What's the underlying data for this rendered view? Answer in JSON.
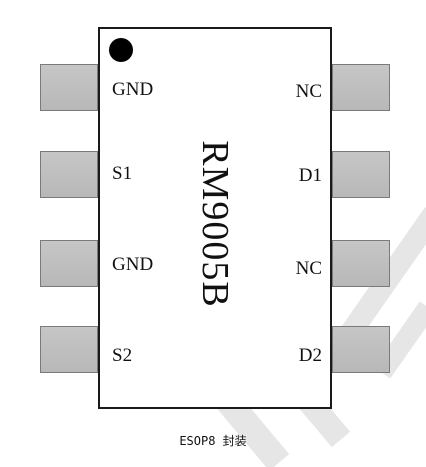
{
  "chip": {
    "part_number": "RM9005B",
    "pins_left": [
      {
        "label": "GND"
      },
      {
        "label": "S1"
      },
      {
        "label": "GND"
      },
      {
        "label": "S2"
      }
    ],
    "pins_right": [
      {
        "label": "NC"
      },
      {
        "label": "D1"
      },
      {
        "label": "NC"
      },
      {
        "label": "D2"
      }
    ]
  },
  "caption": "ESOP8 封装",
  "colors": {
    "outline": "#1a1a1a",
    "pin_fill": "#c0c0c0",
    "pin_border": "#7a7a7a",
    "pin1_marker": "#000000",
    "watermark": "#e6e6e6"
  },
  "icons": {
    "pin1_marker": "pin1-dot-icon"
  }
}
